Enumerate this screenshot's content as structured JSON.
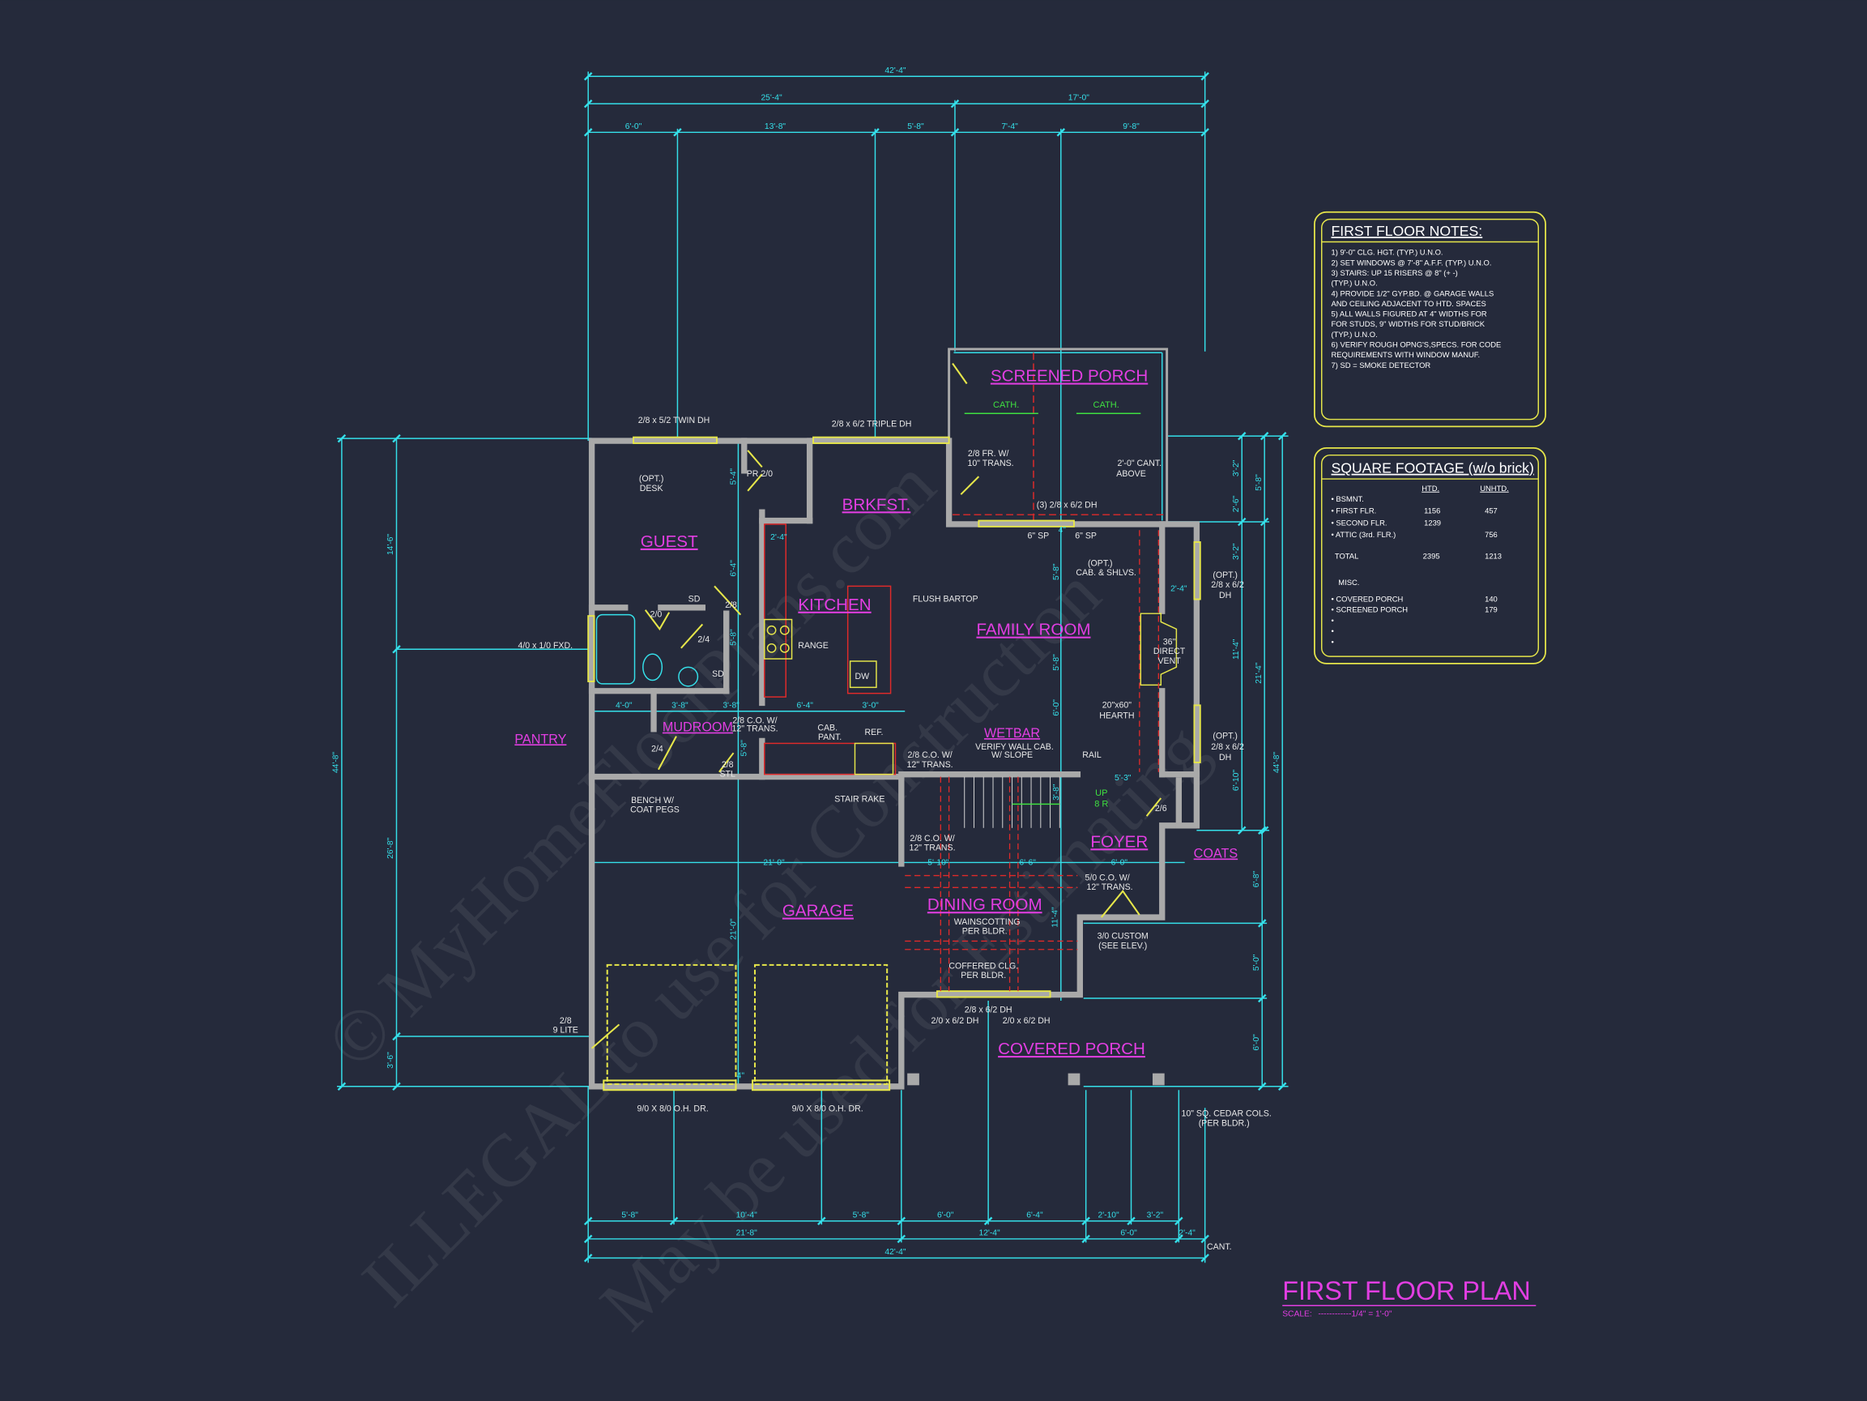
{
  "plan_title": "FIRST FLOOR PLAN",
  "scale_label": "SCALE:",
  "scale_value": "------------1/4\" = 1'-0\"",
  "colors": {
    "background": "#252a3b",
    "walls": "#a9a9a9",
    "dimensions": "#35e0ea",
    "room_labels": "#e23ee2",
    "fixtures_doors_windows": "#e6e64a",
    "cabinets_ceiling": "#e02a2a",
    "ceiling_arrows": "#3fe040"
  },
  "watermark": [
    "© MyHomeFloorPlans.com",
    "ILLEGAL to use for Construction",
    "May be used for Estimating"
  ],
  "notes": {
    "title": "FIRST FLOOR NOTES:",
    "lines": [
      "1) 9'-0\" CLG. HGT. (TYP.) U.N.O.",
      "2) SET WINDOWS @ 7'-8\" A.F.F. (TYP.) U.N.O.",
      "3) STAIRS: UP 15 RISERS @ 8\" (+ -)",
      "   (TYP.) U.N.O.",
      "4) PROVIDE 1/2\" GYP.BD. @ GARAGE WALLS",
      "   AND CEILING ADJACENT TO HTD. SPACES",
      "5) ALL WALLS FIGURED AT 4\" WIDTHS FOR",
      "   FOR STUDS, 9\" WIDTHS FOR STUD/BRICK",
      "   (TYP.) U.N.O.",
      "6) VERIFY ROUGH OPNG'S,SPECS. FOR CODE",
      "   REQUIREMENTS WITH WINDOW MANUF.",
      "7) SD = SMOKE DETECTOR"
    ]
  },
  "square_footage": {
    "title": "SQUARE FOOTAGE (w/o brick)",
    "col_htd": "HTD.",
    "col_unhtd": "UNHTD.",
    "rows": [
      {
        "label": "• BSMNT.",
        "htd": "",
        "unhtd": ""
      },
      {
        "label": "• FIRST FLR.",
        "htd": "1156",
        "unhtd": "457"
      },
      {
        "label": "• SECOND FLR.",
        "htd": "1239",
        "unhtd": ""
      },
      {
        "label": "• ATTIC (3rd. FLR.)",
        "htd": "",
        "unhtd": "756"
      }
    ],
    "total": {
      "label": "TOTAL",
      "htd": "2395",
      "unhtd": "1213"
    },
    "misc_label": "MISC.",
    "misc_rows": [
      {
        "label": "• COVERED PORCH",
        "value": "140"
      },
      {
        "label": "• SCREENED PORCH",
        "value": "179"
      },
      {
        "label": "•",
        "value": ""
      },
      {
        "label": "•",
        "value": ""
      },
      {
        "label": "•",
        "value": ""
      }
    ]
  },
  "rooms": {
    "screened_porch": "SCREENED PORCH",
    "brkfst": "BRKFST.",
    "guest": "GUEST",
    "kitchen": "KITCHEN",
    "family_room": "FAMILY ROOM",
    "mudroom": "MUDROOM",
    "pantry": "PANTRY",
    "wetbar": "WETBAR",
    "foyer": "FOYER",
    "coats": "COATS",
    "dining_room": "DINING ROOM",
    "garage": "GARAGE",
    "covered_porch": "COVERED PORCH"
  },
  "ceiling": {
    "cath_left": "CATH.",
    "cath_right": "CATH.",
    "up": "UP",
    "risers": "8 R"
  },
  "labels": {
    "twin_dh": "2/8 x 5/2 TWIN DH",
    "triple_dh": "2/8 x 6/2 TRIPLE DH",
    "desk_1": "(OPT.)",
    "desk_2": "DESK",
    "pr_door": "PR 2/0",
    "door_guest": "2/0",
    "door_hall": "2/8",
    "door_bath": "2/4",
    "sd_1": "SD",
    "sd_2": "SD",
    "fxd_window": "4/0 x 1/0 FXD.",
    "range": "RANGE",
    "bartop": "FLUSH BARTOP",
    "dw": "DW",
    "co_kitchen_1": "2/8 C.O. W/",
    "co_kitchen_2": "12\" TRANS.",
    "cab_pant_1": "CAB.",
    "cab_pant_2": "PANT.",
    "ref": "REF.",
    "door_pantry": "2/4",
    "door_stl_1": "2/8",
    "door_stl_2": "STL",
    "bench_1": "BENCH W/",
    "bench_2": "COAT PEGS",
    "stair_rake": "STAIR RAKE",
    "fr_door_1": "2/8 FR. W/",
    "fr_door_2": "10\" TRANS.",
    "cant_1": "2'-0\" CANT.",
    "cant_2": "ABOVE",
    "porch_dh": "(3) 2/8 x 6/2 DH",
    "sp_1": "6\" SP",
    "sp_2": "6\" SP",
    "cab_shlvs_1": "(OPT.)",
    "cab_shlvs_2": "CAB. & SHLVS.",
    "opt_dh_a1": "(OPT.)",
    "opt_dh_a2": "2/8 x 6/2",
    "opt_dh_a3": "DH",
    "vent_1": "36\"",
    "vent_2": "DIRECT",
    "vent_3": "VENT",
    "hearth_1": "20\"x60\"",
    "hearth_2": "HEARTH",
    "opt_dh_b1": "(OPT.)",
    "opt_dh_b2": "2/8 x 6/2",
    "opt_dh_b3": "DH",
    "wall_cab_1": "VERIFY WALL CAB.",
    "wall_cab_2": "W/ SLOPE",
    "rail": "RAIL",
    "co_wetbar_1": "2/8 C.O. W/",
    "co_wetbar_2": "12\" TRANS.",
    "door_coats": "2/6",
    "co_dining_1": "2/8 C.O. W/",
    "co_dining_2": "12\" TRANS.",
    "co_foyer_1": "5/0 C.O. W/",
    "co_foyer_2": "12\" TRANS.",
    "wainscot_1": "WAINSCOTTING",
    "wainscot_2": "PER BLDR.",
    "coffered_1": "COFFERED CLG.",
    "coffered_2": "PER BLDR.",
    "custom_door_1": "3/0 CUSTOM",
    "custom_door_2": "(SEE ELEV.)",
    "dining_dh": "2/8 x 6/2 DH",
    "dining_dh_l": "2/0 x 6/2 DH",
    "dining_dh_r": "2/0 x 6/2 DH",
    "garage_door_1": "2/8",
    "garage_door_2": "9 LITE",
    "oh_door_1": "9/0 X 8/0 O.H. DR.",
    "oh_door_2": "9/0 X 8/0 O.H. DR.",
    "cols_1": "10\" SQ. CEDAR COLS.",
    "cols_2": "(PER BLDR.)",
    "cant_bottom": "CANT."
  },
  "dimensions": {
    "top_overall": "42'-4\"",
    "top_mid": [
      "25'-4\"",
      "17'-0\""
    ],
    "top_detail": [
      "6'-0\"",
      "13'-8\"",
      "5'-8\"",
      "7'-4\"",
      "9'-8\""
    ],
    "bottom_detail": [
      "5'-8\"",
      "10'-4\"",
      "5'-8\"",
      "6'-0\"",
      "6'-4\"",
      "2'-10\"",
      "3'-2\""
    ],
    "bottom_mid": [
      "21'-8\"",
      "12'-4\"",
      "6'-0\"",
      "2'-4\""
    ],
    "bottom_overall": "42'-4\"",
    "left_overall": "44'-8\"",
    "left_detail": [
      "14'-6\"",
      "26'-8\"",
      "3'-6\""
    ],
    "right_detail": [
      "3'-2\"",
      "2'-6\"",
      "3'-2\"",
      "11'-4\"",
      "6'-10\""
    ],
    "right_lower": [
      "6'-8\"",
      "5'-0\"",
      "6'-0\""
    ],
    "right_mid": [
      "5'-8\"",
      "21'-4\""
    ],
    "right_overall": "44'-8\"",
    "interior_h": [
      "4'-0\"",
      "3'-8\"",
      "3'-8\"",
      "6'-4\"",
      "3'-0\"",
      "21'-0\"",
      "5'-10\"",
      "6'-6\"",
      "6'-0\"",
      "2'-4\"",
      "2'-4\"",
      "5'-3\"",
      "4\"",
      "4\""
    ],
    "interior_v": [
      "5'-4\"",
      "6'-4\"",
      "5'-8\"",
      "5'-8\"",
      "21'-0\"",
      "5'-8\"",
      "5'-8\"",
      "6'-0\"",
      "3'-8\"",
      "11'-4\""
    ]
  }
}
